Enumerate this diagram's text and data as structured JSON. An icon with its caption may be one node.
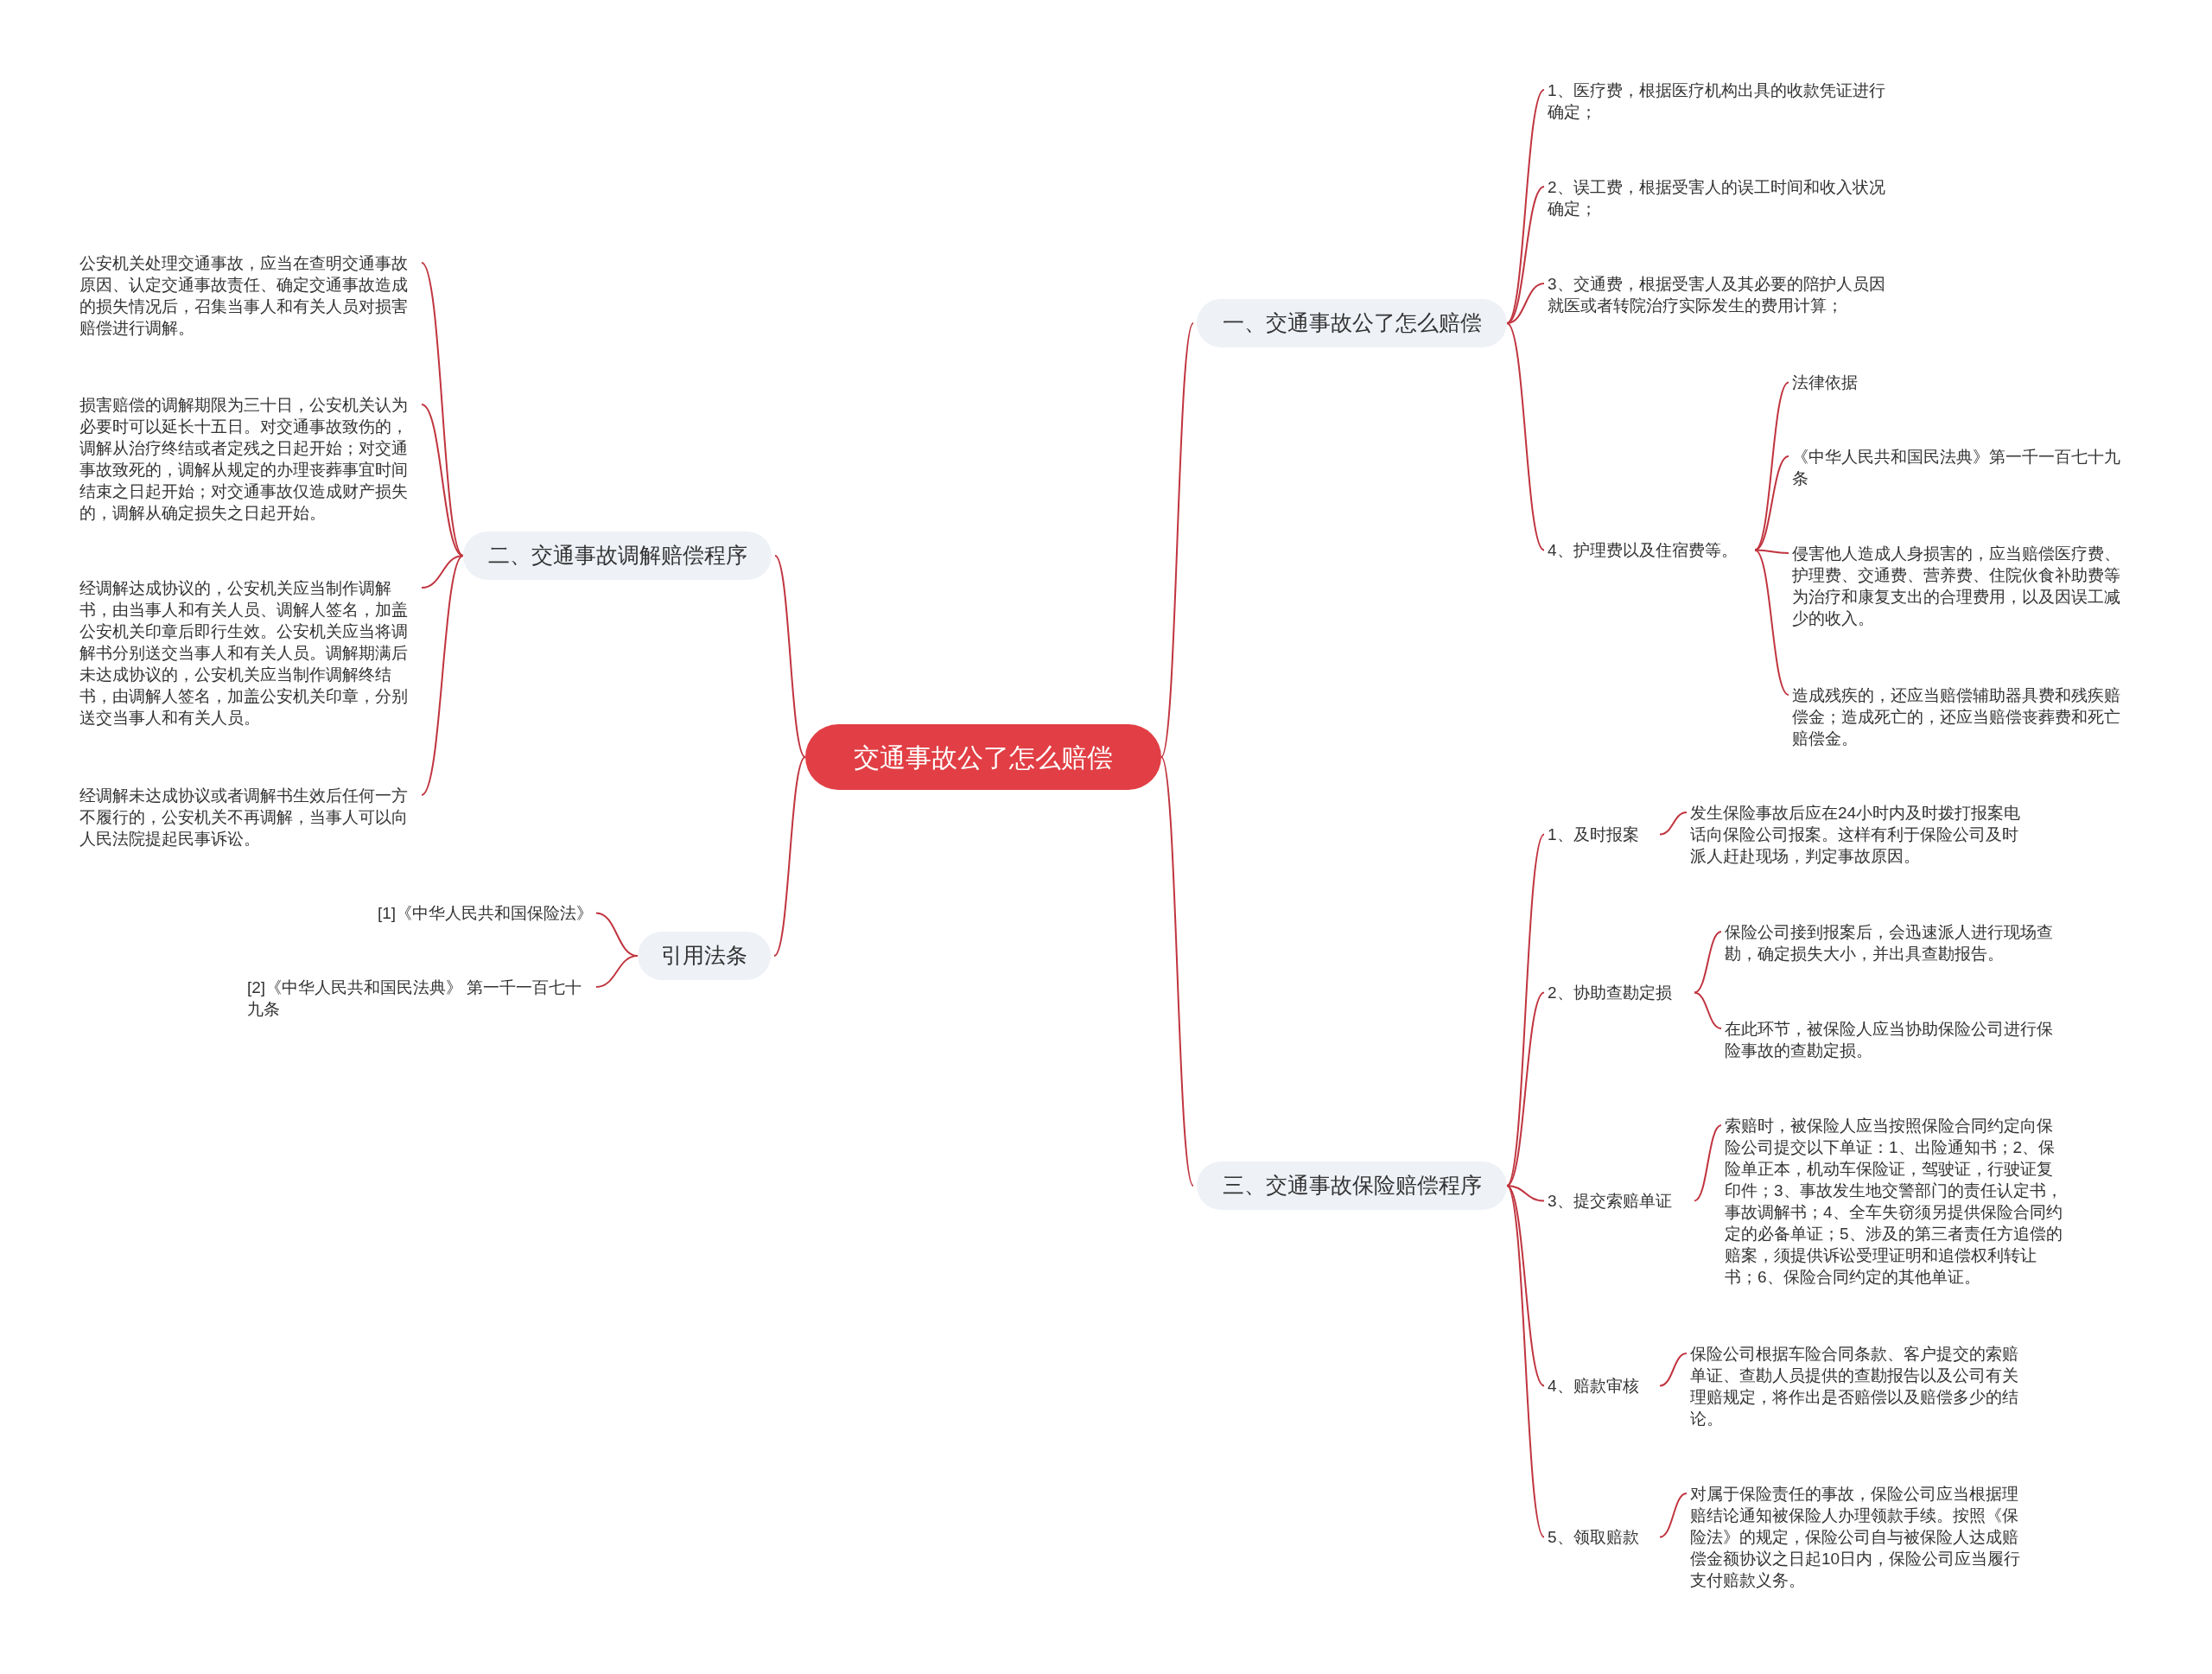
{
  "diagram": {
    "nodes": [
      {
        "text": [
          "交通事故公了怎么赔偿"
        ]
      },
      {
        "text": [
          "一、交通事故公了怎么赔偿"
        ]
      },
      {
        "text": [
          "二、交通事故调解赔偿程序"
        ]
      },
      {
        "text": [
          "引用法条"
        ]
      },
      {
        "text": [
          "三、交通事故保险赔偿程序"
        ]
      },
      {
        "text": [
          "1、医疗费，根据医疗机构出具的收款凭证进行确定；"
        ]
      },
      {
        "text": [
          "2、误工费，根据受害人的误工时间和收入状况确定；"
        ]
      },
      {
        "text": [
          "3、交通费，根据受害人及其必要的陪护人员因就医或者转院治疗实际发生的费用计算；"
        ]
      },
      {
        "text": [
          "4、护理费以及住宿费等。"
        ]
      },
      {
        "text": [
          "法律依据"
        ]
      },
      {
        "text": [
          "《中华人民共和国民法典》第一千一百七十九条"
        ]
      },
      {
        "text": [
          "侵害他人造成人身损害的，应当赔偿医疗费、护理费、交通费、营养费、住院伙食补助费等为治疗和康复支出的合理费用，以及因误工减少的收入。"
        ]
      },
      {
        "text": [
          "造成残疾的，还应当赔偿辅助器具费和残疾赔偿金；造成死亡的，还应当赔偿丧葬费和死亡赔偿金。"
        ]
      },
      {
        "text": [
          "公安机关处理交通事故，应当在查明交通事故原因、认定交通事故责任、确定交通事故造成的损失情况后，召集当事人和有关人员对损害赔偿进行调解。"
        ]
      },
      {
        "text": [
          "损害赔偿的调解期限为三十日，公安机关认为必要时可以延长十五日。对交通事故致伤的，调解从治疗终结或者定残之日起开始；对交通事故致死的，调解从规定的办理丧葬事宜时间结束之日起开始；对交通事故仅造成财产损失的，调解从确定损失之日起开始。"
        ]
      },
      {
        "text": [
          "经调解达成协议的，公安机关应当制作调解书，由当事人和有关人员、调解人签名，加盖公安机关印章后即行生效。公安机关应当将调解书分别送交当事人和有关人员。调解期满后未达成协议的，公安机关应当制作调解终结书，由调解人签名，加盖公安机关印章，分别送交当事人和有关人员。"
        ]
      },
      {
        "text": [
          "经调解未达成协议或者调解书生效后任何一方不履行的，公安机关不再调解，当事人可以向人民法院提起民事诉讼。"
        ]
      },
      {
        "text": [
          "[1]《中华人民共和国保险法》"
        ]
      },
      {
        "text": [
          "[2]《中华人民共和国民法典》 第一千一百七十九条"
        ]
      },
      {
        "text": [
          "1、及时报案"
        ]
      },
      {
        "text": [
          "2、协助查勘定损"
        ]
      },
      {
        "text": [
          "3、提交索赔单证"
        ]
      },
      {
        "text": [
          "4、赔款审核"
        ]
      },
      {
        "text": [
          "5、领取赔款"
        ]
      },
      {
        "text": [
          "发生保险事故后应在24小时内及时拨打报案电话向保险公司报案。这样有利于保险公司及时派人赶赴现场，判定事故原因。"
        ]
      },
      {
        "text": [
          "保险公司接到报案后，会迅速派人进行现场查勘，确定损失大小，并出具查勘报告。"
        ]
      },
      {
        "text": [
          "在此环节，被保险人应当协助保险公司进行保险事故的查勘定损。"
        ]
      },
      {
        "text": [
          "索赔时，被保险人应当按照保险合同约定向保险公司提交以下单证：1、出险通知书；2、保险单正本，机动车保险证，驾驶证，行驶证复印件；3、事故发生地交警部门的责任认定书，事故调解书；4、全车失窃须另提供保险合同约定的必备单证；5、涉及的第三者责任方追偿的赔案，须提供诉讼受理证明和追偿权利转让书；6、保险合同约定的其他单证。"
        ]
      },
      {
        "text": [
          "保险公司根据车险合同条款、客户提交的索赔单证、查勘人员提供的查勘报告以及公司有关理赔规定，将作出是否赔偿以及赔偿多少的结论。"
        ]
      },
      {
        "text": [
          "对属于保险责任的事故，保险公司应当根据理赔结论通知被保险人办理领款手续。按照《保险法》的规定，保险公司自与被保险人达成赔偿金额协议之日起10日内，保险公司应当履行支付赔款义务。"
        ]
      }
    ],
    "edges": [
      {
        "from": 0,
        "to": 1,
        "arrow": "none"
      },
      {
        "from": 0,
        "to": 2,
        "arrow": "none"
      },
      {
        "from": 0,
        "to": 3,
        "arrow": "none"
      },
      {
        "from": 0,
        "to": 4,
        "arrow": "none"
      },
      {
        "from": 1,
        "to": 5,
        "arrow": "none"
      },
      {
        "from": 1,
        "to": 6,
        "arrow": "none"
      },
      {
        "from": 1,
        "to": 7,
        "arrow": "none"
      },
      {
        "from": 1,
        "to": 8,
        "arrow": "none"
      },
      {
        "from": 8,
        "to": 9,
        "arrow": "none"
      },
      {
        "from": 8,
        "to": 10,
        "arrow": "none"
      },
      {
        "from": 8,
        "to": 11,
        "arrow": "none"
      },
      {
        "from": 8,
        "to": 12,
        "arrow": "none"
      },
      {
        "from": 2,
        "to": 13,
        "arrow": "none"
      },
      {
        "from": 2,
        "to": 14,
        "arrow": "none"
      },
      {
        "from": 2,
        "to": 15,
        "arrow": "none"
      },
      {
        "from": 2,
        "to": 16,
        "arrow": "none"
      },
      {
        "from": 3,
        "to": 17,
        "arrow": "none"
      },
      {
        "from": 3,
        "to": 18,
        "arrow": "none"
      },
      {
        "from": 4,
        "to": 19,
        "arrow": "none"
      },
      {
        "from": 4,
        "to": 20,
        "arrow": "none"
      },
      {
        "from": 4,
        "to": 21,
        "arrow": "none"
      },
      {
        "from": 4,
        "to": 22,
        "arrow": "none"
      },
      {
        "from": 4,
        "to": 23,
        "arrow": "none"
      },
      {
        "from": 19,
        "to": 24,
        "arrow": "none"
      },
      {
        "from": 20,
        "to": 25,
        "arrow": "none"
      },
      {
        "from": 20,
        "to": 26,
        "arrow": "none"
      },
      {
        "from": 21,
        "to": 27,
        "arrow": "none"
      },
      {
        "from": 22,
        "to": 28,
        "arrow": "none"
      },
      {
        "from": 23,
        "to": 29,
        "arrow": "none"
      }
    ]
  }
}
